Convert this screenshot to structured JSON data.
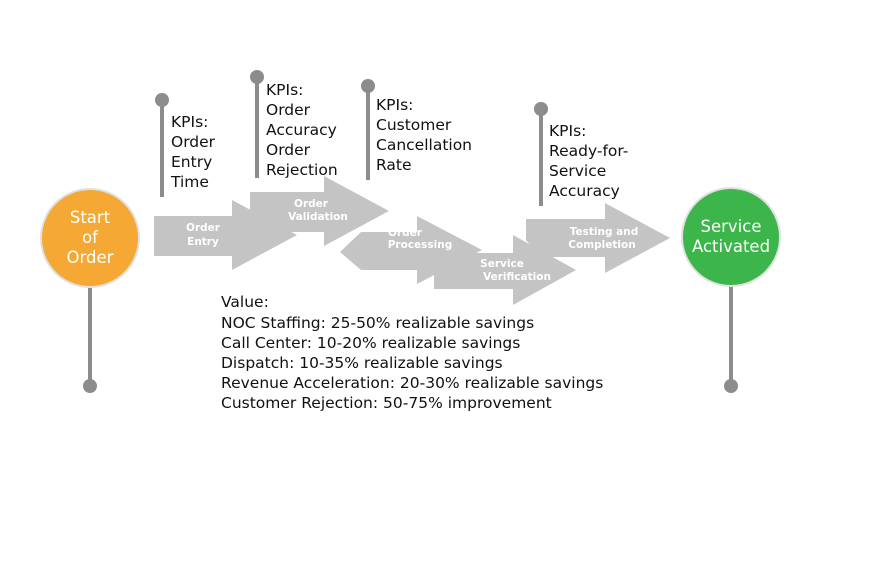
{
  "start": {
    "lines": [
      "Start",
      "of",
      "Order"
    ],
    "color": "#F5A833"
  },
  "end": {
    "lines": [
      "Service",
      "Activated"
    ],
    "color": "#3CB64A"
  },
  "pin_color": "#8C8C8C",
  "arrow_color": "#C4C4C4",
  "steps": [
    {
      "lines": [
        "Order",
        "Entry"
      ]
    },
    {
      "lines": [
        "Order",
        "Validation"
      ]
    },
    {
      "lines": [
        "Order",
        "Processing"
      ]
    },
    {
      "lines": [
        "Service",
        "Verification"
      ]
    },
    {
      "lines": [
        "Testing and",
        "Completion"
      ]
    }
  ],
  "kpis": [
    {
      "lines": [
        "KPIs:",
        "Order",
        "Entry",
        "Time"
      ]
    },
    {
      "lines": [
        "KPIs:",
        "Order",
        "Accuracy",
        "Order",
        "Rejection"
      ]
    },
    {
      "lines": [
        "KPIs:",
        "Customer",
        "Cancellation",
        "Rate"
      ]
    },
    {
      "lines": [
        "KPIs:",
        "Ready-for-",
        "Service",
        "Accuracy"
      ]
    }
  ],
  "value": {
    "heading": "Value:",
    "items": [
      "NOC Staffing: 25-50% realizable savings",
      "Call Center: 10-20% realizable savings",
      "Dispatch: 10-35% realizable savings",
      "Revenue Acceleration: 20-30% realizable savings",
      "Customer Rejection: 50-75% improvement"
    ]
  }
}
